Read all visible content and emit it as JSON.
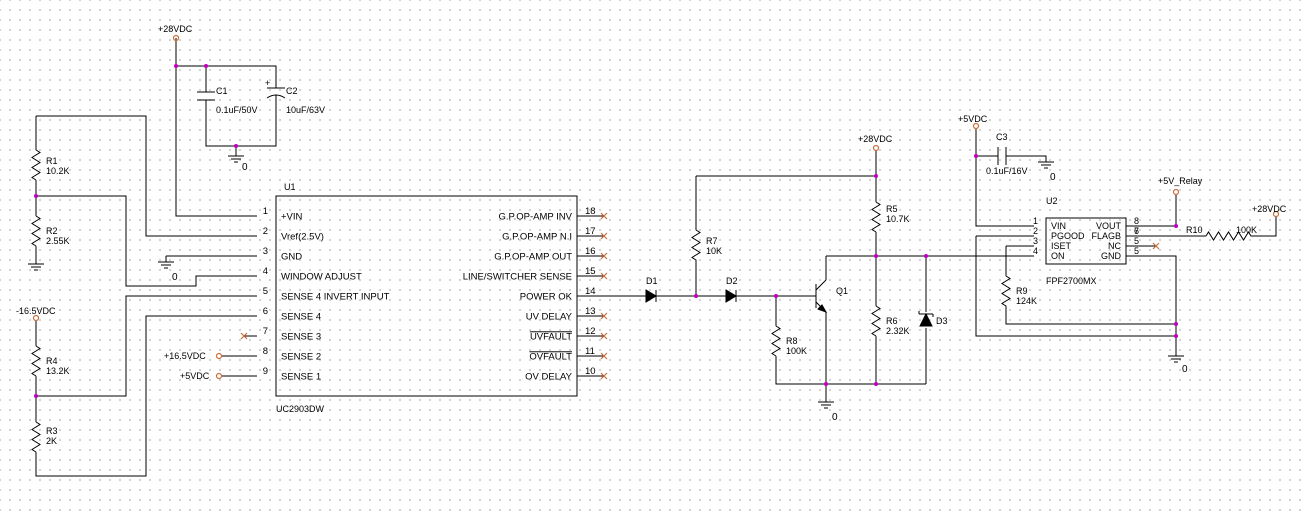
{
  "colors": {
    "junction": "#c000c0",
    "pin_end": "#c8703c",
    "no_connect": "#c8703c",
    "wire": "#000000"
  },
  "ports": {
    "p28_top": "+28VDC",
    "p28_mid": "+28VDC",
    "p28_right": "+28VDC",
    "p5v_u2": "+5VDC",
    "p5v_relay": "+5V_Relay",
    "n16": "-16.5VDC",
    "p16": "+16.5VDC",
    "p5v_sense": "+5VDC"
  },
  "grounds": {
    "g1": "0",
    "g2": "0",
    "g3": "0",
    "g4": "0",
    "g5": "0"
  },
  "components": {
    "C1": {
      "ref": "C1",
      "value": "0.1uF/50V"
    },
    "C2": {
      "ref": "C2",
      "value": "10uF/63V"
    },
    "C3": {
      "ref": "C3",
      "value": "0.1uF/16V"
    },
    "R1": {
      "ref": "R1",
      "value": "10.2K"
    },
    "R2": {
      "ref": "R2",
      "value": "2.55K"
    },
    "R3": {
      "ref": "R3",
      "value": "2K"
    },
    "R4": {
      "ref": "R4",
      "value": "13.2K"
    },
    "R5": {
      "ref": "R5",
      "value": "10.7K"
    },
    "R6": {
      "ref": "R6",
      "value": "2.32K"
    },
    "R7": {
      "ref": "R7",
      "value": "10K"
    },
    "R8": {
      "ref": "R8",
      "value": "100K"
    },
    "R9": {
      "ref": "R9",
      "value": "124K"
    },
    "R10": {
      "ref": "R10",
      "value": "100K"
    },
    "D1": {
      "ref": "D1"
    },
    "D2": {
      "ref": "D2"
    },
    "D3": {
      "ref": "D3"
    },
    "Q1": {
      "ref": "Q1"
    }
  },
  "u1": {
    "ref": "U1",
    "part": "UC2903DW",
    "left_pins": [
      {
        "num": "1",
        "name": "+VIN"
      },
      {
        "num": "2",
        "name": "Vref(2.5V)"
      },
      {
        "num": "3",
        "name": "GND"
      },
      {
        "num": "4",
        "name": "WINDOW ADJUST"
      },
      {
        "num": "5",
        "name": "SENSE 4 INVERT INPUT"
      },
      {
        "num": "6",
        "name": "SENSE 4"
      },
      {
        "num": "7",
        "name": "SENSE 3"
      },
      {
        "num": "8",
        "name": "SENSE 2"
      },
      {
        "num": "9",
        "name": "SENSE 1"
      }
    ],
    "right_pins": [
      {
        "num": "18",
        "name": "G.P.OP-AMP INV"
      },
      {
        "num": "17",
        "name": "G.P.OP-AMP N.I"
      },
      {
        "num": "16",
        "name": "G.P.OP-AMP OUT"
      },
      {
        "num": "15",
        "name": "LINE/SWITCHER SENSE"
      },
      {
        "num": "14",
        "name": "POWER OK"
      },
      {
        "num": "13",
        "name": "UV DELAY"
      },
      {
        "num": "12",
        "name": "UVFAULT"
      },
      {
        "num": "11",
        "name": "OVFAULT"
      },
      {
        "num": "10",
        "name": "OV DELAY"
      }
    ]
  },
  "u2": {
    "ref": "U2",
    "part": "FPF2700MX",
    "left_pins": [
      {
        "num": "1",
        "name": "VIN"
      },
      {
        "num": "2",
        "name": "PGOOD"
      },
      {
        "num": "3",
        "name": "ISET"
      },
      {
        "num": "4",
        "name": "ON"
      }
    ],
    "right_pins": [
      {
        "num": "8",
        "name": "VOUT"
      },
      {
        "num": "7",
        "name": "VOUT"
      },
      {
        "num": "6",
        "name": "FLAGB"
      },
      {
        "num": "5",
        "name": "NC"
      },
      {
        "num": "5",
        "name": "GND"
      }
    ]
  }
}
